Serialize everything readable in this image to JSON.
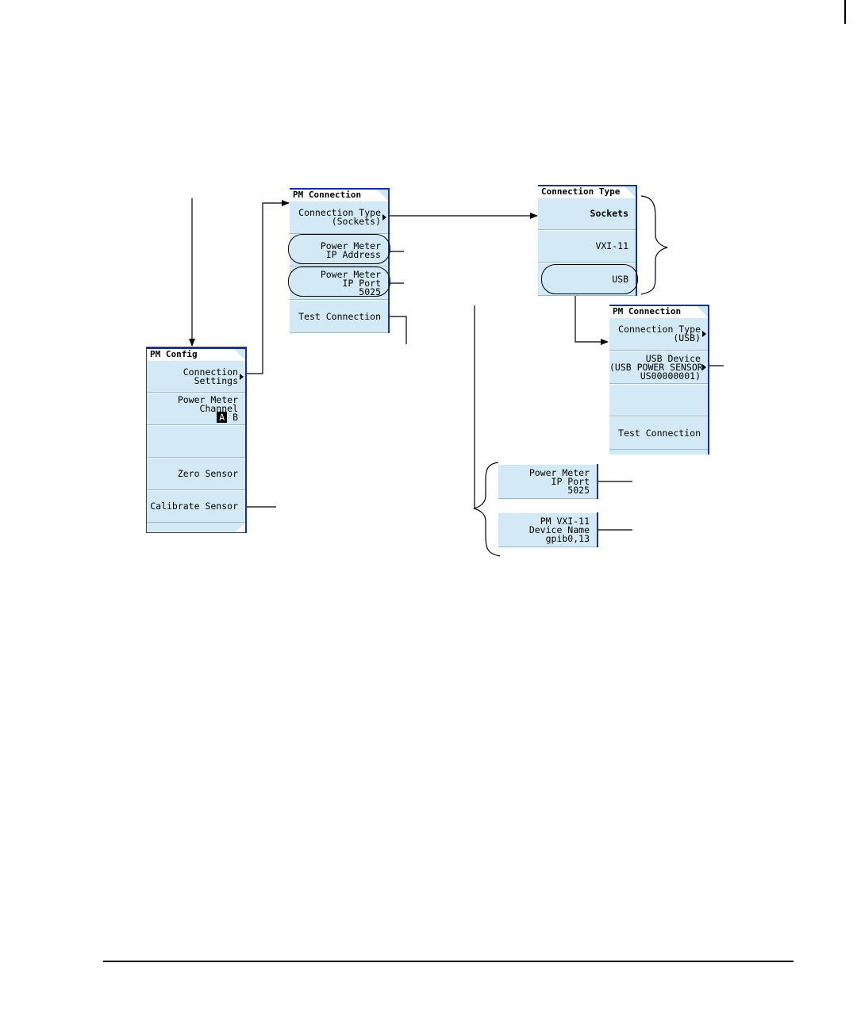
{
  "pm_config": {
    "title": "PM Config",
    "keys": [
      {
        "lines": [
          "Connection",
          "Settings"
        ]
      },
      {
        "lines": [
          "Power Meter",
          "Channel",
          ""
        ],
        "channel_a": "A",
        "channel_b": "B"
      },
      {
        "lines": []
      },
      {
        "lines": [
          "Zero Sensor"
        ]
      },
      {
        "lines": [
          "Calibrate Sensor"
        ]
      }
    ]
  },
  "pm_connection_sockets": {
    "title": "PM Connection",
    "keys": [
      {
        "lines": [
          "Connection Type",
          "(Sockets)"
        ]
      },
      {
        "lines": [
          "Power Meter",
          "IP Address"
        ]
      },
      {
        "lines": [
          "Power Meter",
          "IP Port",
          "5025"
        ]
      },
      {
        "lines": [
          "Test Connection"
        ]
      }
    ]
  },
  "connection_type": {
    "title": "Connection Type",
    "keys": [
      {
        "lines": [
          "Sockets"
        ]
      },
      {
        "lines": [
          "VXI-11"
        ]
      },
      {
        "lines": [
          "USB"
        ]
      }
    ]
  },
  "pm_connection_usb": {
    "title": "PM Connection",
    "keys": [
      {
        "lines": [
          "Connection Type",
          "(USB)"
        ]
      },
      {
        "lines": [
          "USB Device",
          "(USB POWER SENSOR",
          "US00000001)"
        ]
      },
      {
        "lines": []
      },
      {
        "lines": [
          "Test Connection"
        ]
      }
    ]
  },
  "alt_keys": [
    {
      "lines": [
        "Power Meter",
        "IP Port",
        "5025"
      ]
    },
    {
      "lines": [
        "PM VXI-11",
        "Device Name",
        "gpib0,13"
      ]
    }
  ]
}
